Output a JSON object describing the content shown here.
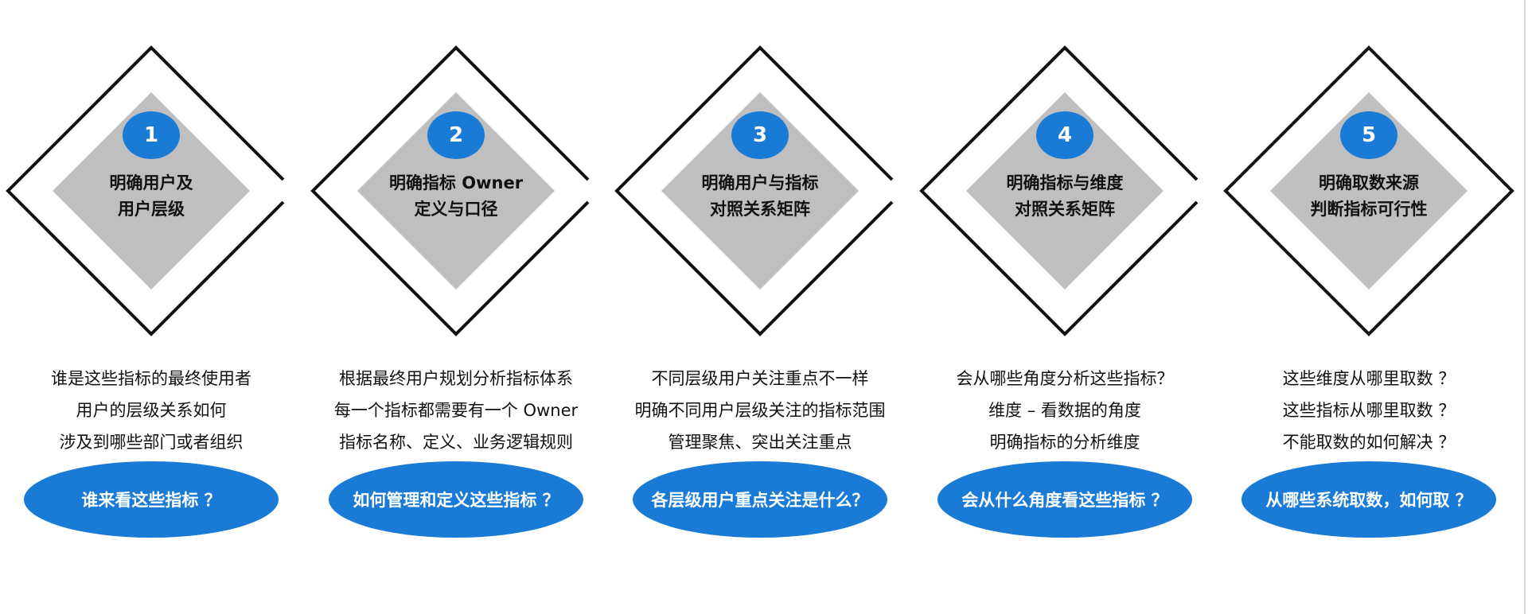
{
  "colors": {
    "accent": "#1a7bd6",
    "diamond_fill": "#bfbfbf",
    "outline": "#111111",
    "text": "#111111"
  },
  "steps": [
    {
      "number": "1",
      "title_lines": [
        "明确用户及",
        "用户层级"
      ],
      "desc_lines": [
        "谁是这些指标的最终使用者",
        "用户的层级关系如何",
        "涉及到哪些部门或者组织"
      ],
      "question": "谁来看这些指标 ？"
    },
    {
      "number": "2",
      "title_lines": [
        "明确指标 Owner",
        "定义与口径"
      ],
      "desc_lines": [
        "根据最终用户规划分析指标体系",
        "每一个指标都需要有一个 Owner",
        "指标名称、定义、业务逻辑规则"
      ],
      "question": "如何管理和定义这些指标 ？"
    },
    {
      "number": "3",
      "title_lines": [
        "明确用户与指标",
        "对照关系矩阵"
      ],
      "desc_lines": [
        "不同层级用户关注重点不一样",
        "明确不同用户层级关注的指标范围",
        "管理聚焦、突出关注重点"
      ],
      "question": "各层级用户重点关注是什么？"
    },
    {
      "number": "4",
      "title_lines": [
        "明确指标与维度",
        "对照关系矩阵"
      ],
      "desc_lines": [
        "会从哪些角度分析这些指标？",
        "维度 – 看数据的角度",
        "明确指标的分析维度"
      ],
      "question": "会从什么角度看这些指标 ？"
    },
    {
      "number": "5",
      "title_lines": [
        "明确取数来源",
        "判断指标可行性"
      ],
      "desc_lines": [
        "这些维度从哪里取数 ？",
        "这些指标从哪里取数 ？",
        "不能取数的如何解决 ？"
      ],
      "question": "从哪些系统取数，如何取 ？"
    }
  ]
}
